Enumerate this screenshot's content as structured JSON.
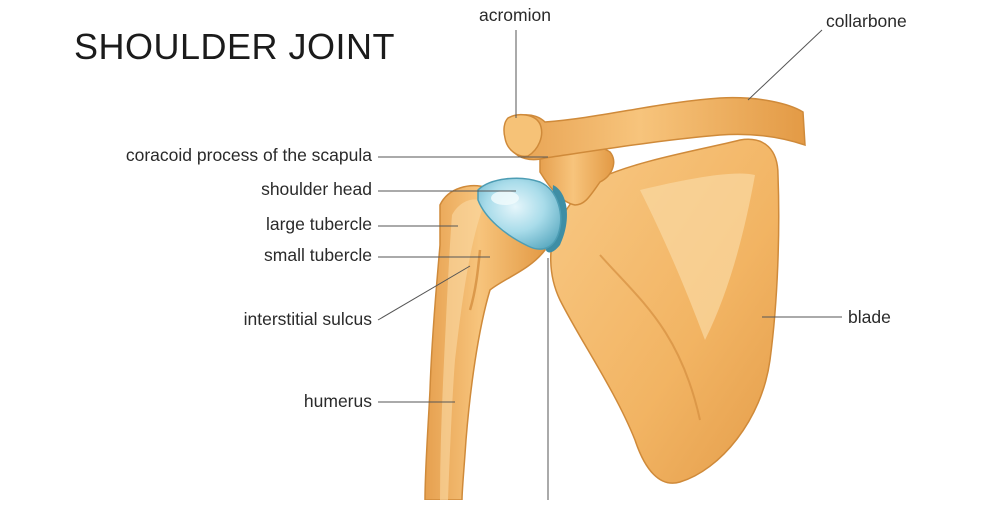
{
  "title": "SHOULDER JOINT",
  "labels": {
    "acromion": "acromion",
    "collarbone": "collarbone",
    "coracoid": "coracoid process of the scapula",
    "shoulder_head": "shoulder head",
    "large_tubercle": "large tubercle",
    "small_tubercle": "small tubercle",
    "interstitial_sulcus": "interstitial sulcus",
    "humerus": "humerus",
    "blade": "blade"
  },
  "colors": {
    "bone": "#f3b565",
    "bone_light": "#fbd9a2",
    "bone_shadow": "#d98f3c",
    "cartilage": "#a6dbe9",
    "cartilage_dark": "#3c8fa6",
    "leader_line": "#555555"
  }
}
